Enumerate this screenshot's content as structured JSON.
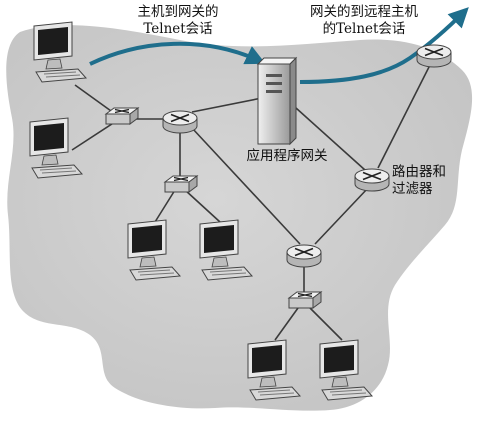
{
  "labels": {
    "host_to_gateway": [
      "主机到网关的",
      "Telnet会话"
    ],
    "gateway_to_remote": [
      "网关的到远程主机",
      "的Telnet会话"
    ],
    "application_gateway": "应用程序网关",
    "router_and_filter": [
      "路由器和",
      "过滤器"
    ]
  },
  "colors": {
    "background_blob": "#d2d2d2",
    "link_line": "#3a3a3a",
    "session_arrow": "#1f6e8c",
    "device_body": "#e6e6e6",
    "device_outline": "#444444",
    "screen": "#1c1c1c"
  },
  "icons": {
    "host": "desktop-computer-icon",
    "router": "router-icon",
    "switch": "ethernet-switch-icon",
    "server": "tower-server-icon"
  }
}
